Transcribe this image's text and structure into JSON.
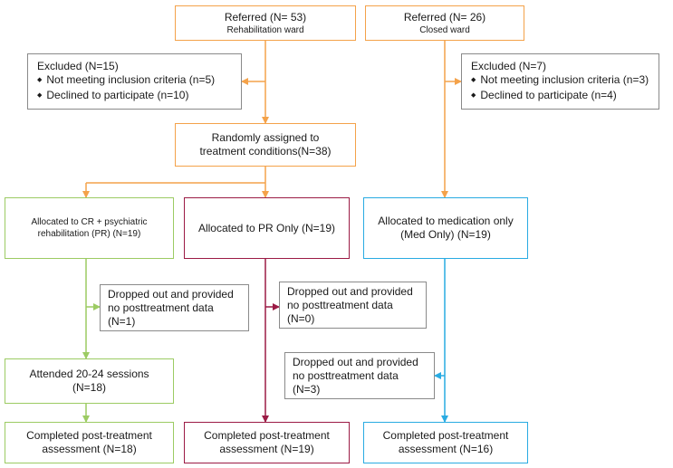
{
  "colors": {
    "orange": "#f4a24a",
    "grey": "#8a8a8a",
    "green": "#9ccb63",
    "maroon": "#9b1b45",
    "blue": "#29abe2"
  },
  "referred_rehab": {
    "title": "Referred (N= 53)",
    "subtitle": "Rehabilitation  ward"
  },
  "referred_closed": {
    "title": "Referred (N= 26)",
    "subtitle": "Closed ward"
  },
  "excluded_left": {
    "title": "Excluded (N=15)",
    "items": [
      "Not meeting inclusion criteria (n=5)",
      "Declined to participate (n=10)"
    ]
  },
  "excluded_right": {
    "title": "Excluded (N=7)",
    "items": [
      "Not meeting inclusion criteria (n=3)",
      "Declined to participate (n=4)"
    ]
  },
  "randomized": {
    "line1": "Randomly assigned to",
    "line2": "treatment conditions(N=38)"
  },
  "alloc_cr": {
    "line1": "Allocated to CR + psychiatric",
    "line2": "rehabilitation (PR) (N=19)"
  },
  "alloc_pr": {
    "line1": "Allocated to PR Only (N=19)"
  },
  "alloc_med": {
    "line1": "Allocated to medication only",
    "line2": "(Med Only) (N=19)"
  },
  "dropout_cr": {
    "line1": "Dropped out and provided",
    "line2": "no posttreatment data",
    "line3": "(N=1)"
  },
  "dropout_pr": {
    "line1": "Dropped out and provided",
    "line2": "no posttreatment data",
    "line3": "(N=0)"
  },
  "dropout_med": {
    "line1": "Dropped out and provided",
    "line2": "no posttreatment data",
    "line3": "(N=3)"
  },
  "attended_cr": {
    "line1": "Attended 20-24 sessions",
    "line2": "(N=18)"
  },
  "completed_cr": {
    "line1": "Completed post-treatment",
    "line2": "assessment (N=18)"
  },
  "completed_pr": {
    "line1": "Completed post-treatment",
    "line2": "assessment (N=19)"
  },
  "completed_med": {
    "line1": "Completed post-treatment",
    "line2": "assessment (N=16)"
  }
}
